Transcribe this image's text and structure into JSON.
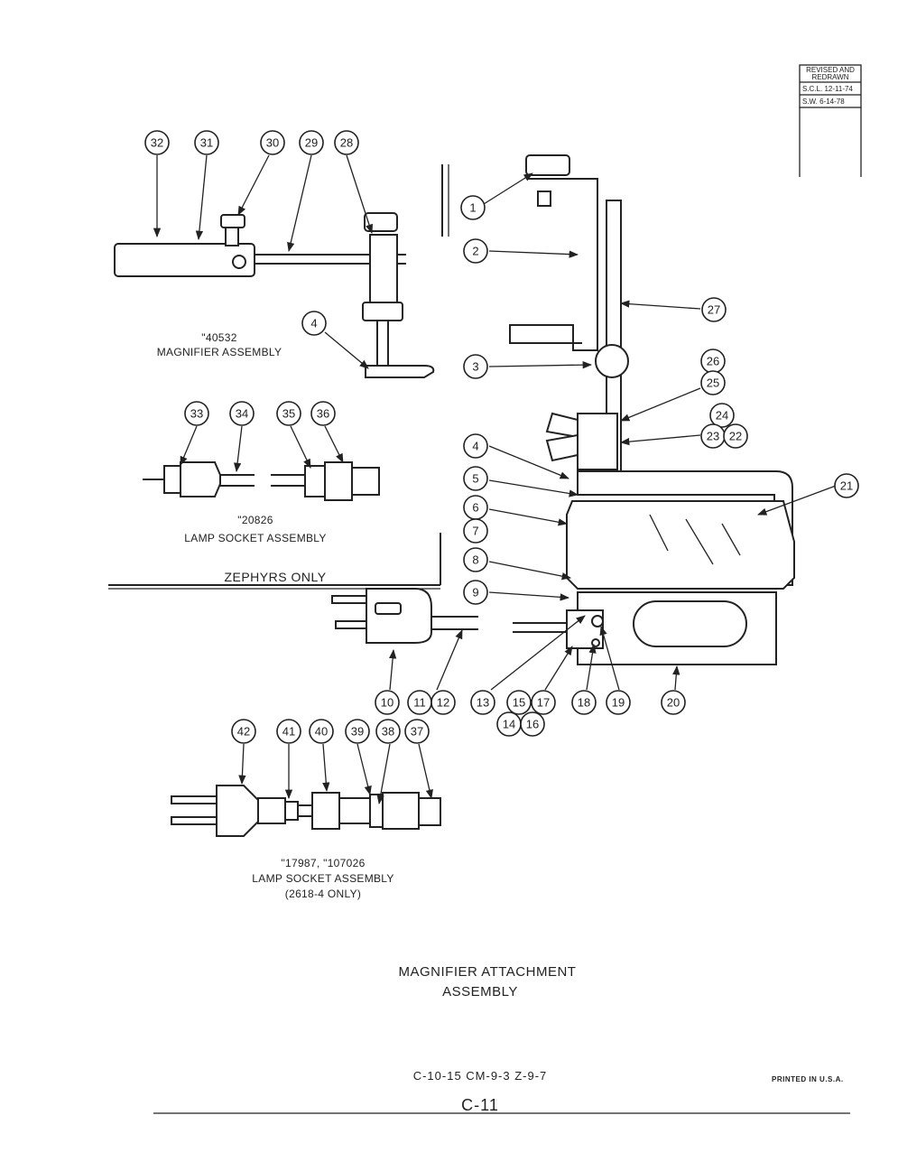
{
  "revision_box": {
    "line1": "REVISED AND",
    "line2": "REDRAWN",
    "line3": "S.C.L. 12-11-74",
    "line4": "S.W. 6-14-78"
  },
  "magnifier_assembly": {
    "part_no": "\"40532",
    "name": "MAGNIFIER ASSEMBLY"
  },
  "lamp_socket_20826": {
    "part_no": "\"20826",
    "name": "LAMP SOCKET ASSEMBLY"
  },
  "zephyrs_label": "ZEPHYRS ONLY",
  "lamp_socket_17987": {
    "part_no": "\"17987, \"107026",
    "name": "LAMP SOCKET ASSEMBLY",
    "note": "(2618-4 ONLY)"
  },
  "diagram_title": {
    "line1": "MAGNIFIER ATTACHMENT",
    "line2": "ASSEMBLY"
  },
  "footer": {
    "models": "C-10-15  CM-9-3  Z-9-7",
    "page": "C-11",
    "printed": "PRINTED IN U.S.A."
  },
  "callouts": [
    "1",
    "2",
    "3",
    "4",
    "5",
    "6",
    "7",
    "8",
    "9",
    "10",
    "11",
    "12",
    "13",
    "14",
    "15",
    "16",
    "17",
    "18",
    "19",
    "20",
    "21",
    "22",
    "23",
    "24",
    "25",
    "26",
    "27",
    "28",
    "29",
    "30",
    "31",
    "32",
    "33",
    "34",
    "35",
    "36",
    "37",
    "38",
    "39",
    "40",
    "41",
    "42"
  ]
}
